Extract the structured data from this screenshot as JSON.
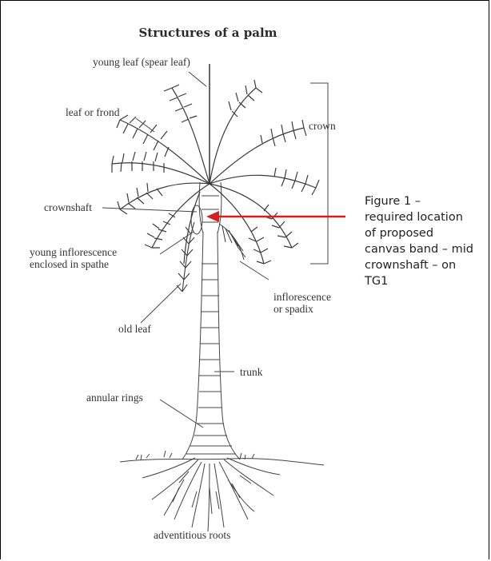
{
  "title": "Structures of a palm",
  "labels": {
    "young_leaf": "young leaf (spear leaf)",
    "leaf_or_frond": "leaf or frond",
    "crown": "crown",
    "crownshaft": "crownshaft",
    "young_inflorescence": "young inflorescence\nenclosed in spathe",
    "inflorescence": "inflorescence\nor spadix",
    "old_leaf": "old leaf",
    "trunk": "trunk",
    "annular_rings": "annular rings",
    "adventitious_roots": "adventitious roots"
  },
  "caption": "Figure 1 –\nrequired location\nof proposed\ncanvas band – mid\ncrownshaft – on\nTG1",
  "colors": {
    "arrow": "#d62020",
    "ink": "#333333"
  }
}
